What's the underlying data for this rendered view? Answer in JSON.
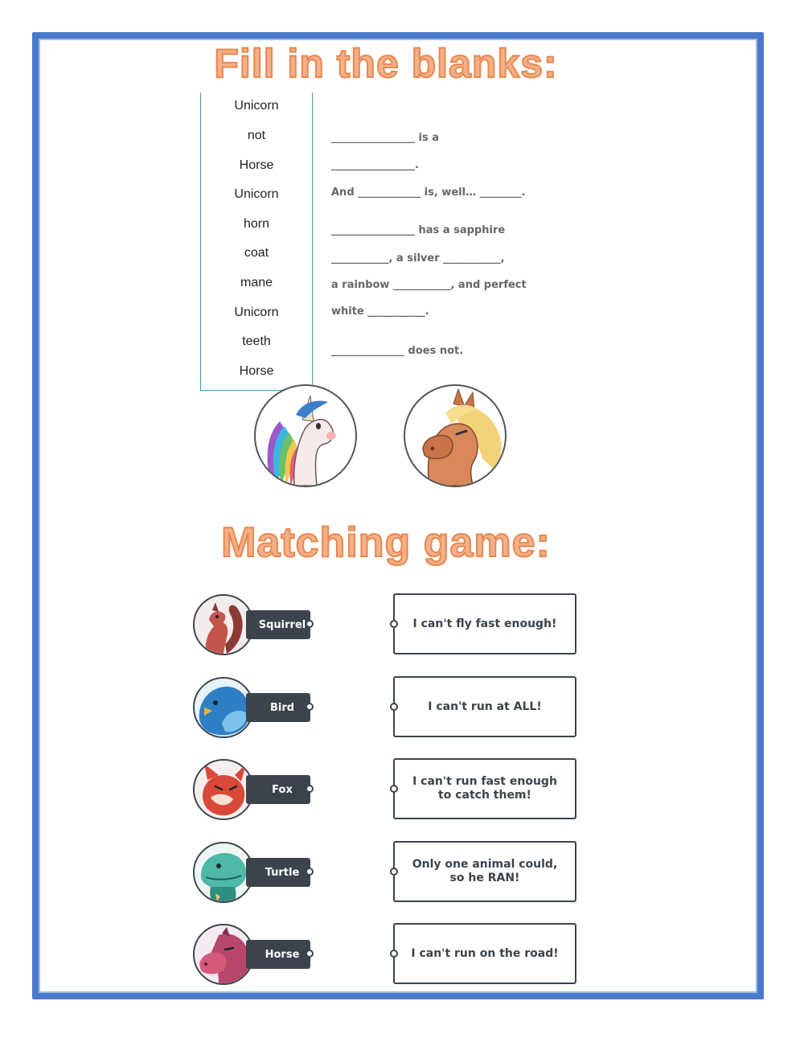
{
  "headings": {
    "fill": "Fill in the blanks:",
    "match": "Matching game:"
  },
  "word_bank": [
    "Unicorn",
    "not",
    "Horse",
    "Unicorn",
    "horn",
    "coat",
    "mane",
    "Unicorn",
    "teeth",
    "Horse"
  ],
  "sentences": [
    "________________ is a",
    "________________.",
    "And ____________ is, well… ________.",
    "________________ has a sapphire",
    "___________, a silver ___________,",
    "a rainbow ___________, and perfect",
    "white ___________.",
    "______________ does not."
  ],
  "animals": [
    "Squirrel",
    "Bird",
    "Fox",
    "Turtle",
    "Horse"
  ],
  "answers": [
    "I can't fly fast enough!",
    "I can't run at ALL!",
    "I can't run fast enough to catch them!",
    "Only one animal could, so he RAN!",
    "I can't run on the road!"
  ],
  "colors": {
    "border": "#4a7acb",
    "heading": "#f4b08a",
    "tag": "#3b444c"
  }
}
